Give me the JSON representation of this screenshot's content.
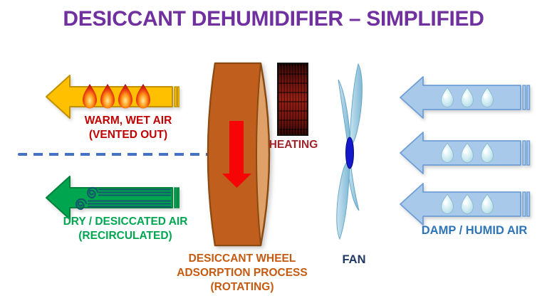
{
  "title": {
    "text": "DESICCANT DEHUMIDIFIER – SIMPLIFIED",
    "color": "#7030A0"
  },
  "warm_air": {
    "line1": "WARM, WET AIR",
    "line2": "(VENTED OUT)",
    "text_color": "#C00000",
    "arrow_fill": "#FFC000",
    "arrow_border": "#BF9000",
    "direction": "left",
    "droplet_icon": "flame-droplet-icon",
    "droplet_count": 4,
    "droplet_color": "#D63111"
  },
  "dry_air": {
    "line1": "DRY / DESICCATED AIR",
    "line2": "(RECIRCULATED)",
    "text_color": "#00A651",
    "arrow_fill": "#00A550",
    "arrow_border": "#00813C",
    "direction": "left",
    "swirl_icon": "wind-swirl-icon",
    "swirl_count": 2,
    "swirl_color": "#14586B"
  },
  "separator": {
    "style": "dashed",
    "color": "#4472C4"
  },
  "desiccant_wheel": {
    "line1": "DESICCANT WHEEL",
    "line2": "ADSORPTION PROCESS",
    "line3": "(ROTATING)",
    "text_color": "#C55A11",
    "body_color": "#C05F1D",
    "face_color": "#E0A169",
    "outline_color": "#8A4A12",
    "rotation_arrow_color": "#F50505",
    "rotation_arrow_direction": "down"
  },
  "heating": {
    "label": "HEATING",
    "text_color": "#A2242A",
    "element_dark": "#200303",
    "element_glow": "#8F1D12"
  },
  "fan": {
    "label": "FAN",
    "text_color": "#1F3864",
    "blade_color": "#A9D3E6",
    "hub_color": "#1418C8",
    "blade_count": 4
  },
  "damp_air": {
    "label": "DAMP / HUMID AIR",
    "text_color": "#2E75B6",
    "arrow_fill": "#A9C9EA",
    "arrow_border": "#6D9ED6",
    "arrow_count": 3,
    "direction": "left",
    "droplet_icon": "water-droplet-icon",
    "droplets_per_arrow": 3,
    "droplet_color": "#D9F0F5"
  }
}
